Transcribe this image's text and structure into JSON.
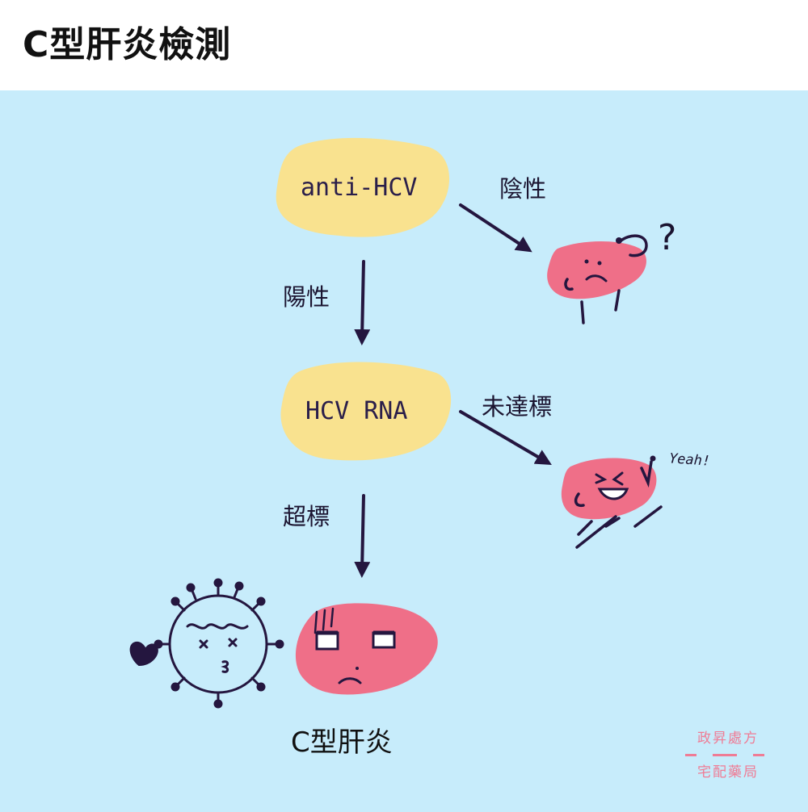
{
  "title": "C型肝炎檢測",
  "nodes": {
    "test1": "anti-HCV",
    "test2": "HCV RNA",
    "result": "C型肝炎"
  },
  "edges": {
    "negative": "陰性",
    "positive": "陽性",
    "undetectable": "未達標",
    "above": "超標"
  },
  "yeah_text": "Yeah!",
  "question_mark": "?",
  "brand": {
    "line1": "政昇處方",
    "line2": "宅配藥局"
  },
  "colors": {
    "background": "#c7ecfb",
    "blob": "#f9e28f",
    "liver": "#ef6f88",
    "ink": "#24163f",
    "brand": "#ef7c95"
  }
}
